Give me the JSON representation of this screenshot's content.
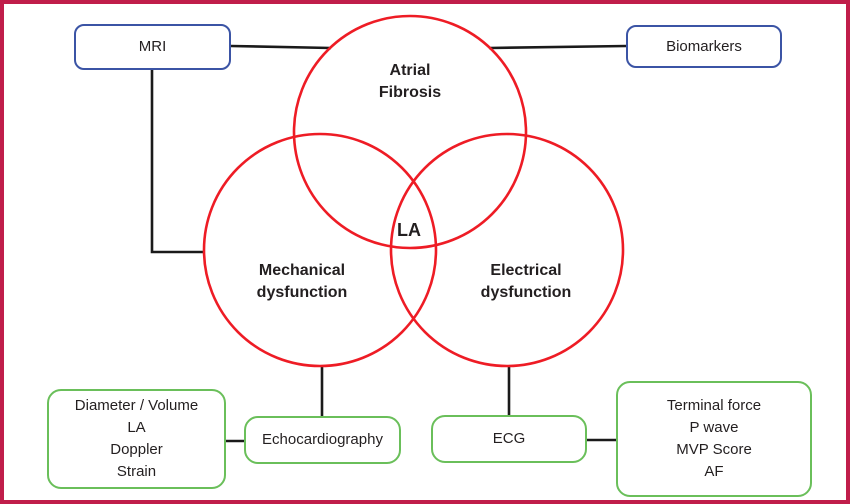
{
  "diagram": {
    "center_label": "LA",
    "circles": {
      "fibrosis": {
        "line1": "Atrial",
        "line2": "Fibrosis"
      },
      "mechanical": {
        "line1": "Mechanical",
        "line2": "dysfunction"
      },
      "electrical": {
        "line1": "Electrical",
        "line2": "dysfunction"
      }
    },
    "boxes": {
      "mri": {
        "label": "MRI"
      },
      "biomarkers": {
        "label": "Biomarkers"
      },
      "echo_measures": {
        "lines": [
          "Diameter / Volume",
          "LA",
          "Doppler",
          "Strain"
        ]
      },
      "echocardiography": {
        "label": "Echocardiography"
      },
      "ecg": {
        "label": "ECG"
      },
      "ecg_measures": {
        "lines": [
          "Terminal force",
          "P wave",
          "MVP Score",
          "AF"
        ]
      }
    },
    "colors": {
      "frame_border": "#c01d4a",
      "circle_stroke": "#ee1c25",
      "blue_box_border": "#3b54a5",
      "green_box_border": "#6abf5a",
      "connector": "#1a1a1a",
      "text": "#231f20"
    }
  }
}
